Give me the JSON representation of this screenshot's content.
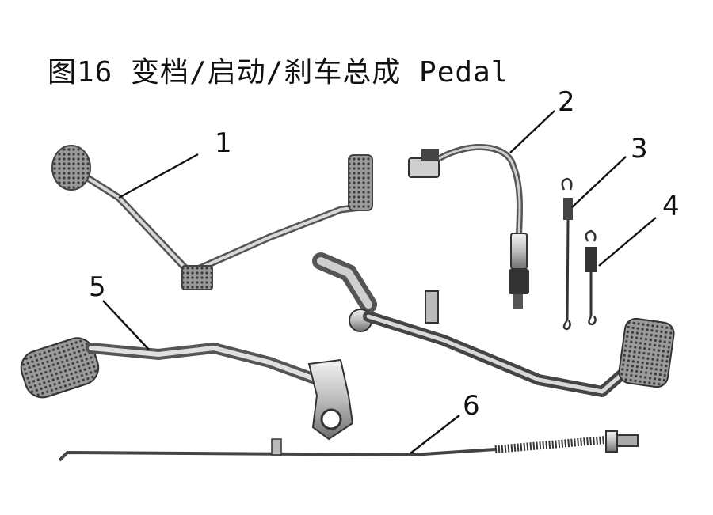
{
  "title": "图16 变档/启动/刹车总成 Pedal",
  "callouts": [
    {
      "number": "1",
      "part": "gear-shift-pedal"
    },
    {
      "number": "2",
      "part": "brake-light-switch"
    },
    {
      "number": "3",
      "part": "long-return-spring"
    },
    {
      "number": "4",
      "part": "short-return-spring"
    },
    {
      "number": "5",
      "part": "kick-start-lever"
    },
    {
      "number": "6",
      "part": "brake-rod"
    }
  ]
}
